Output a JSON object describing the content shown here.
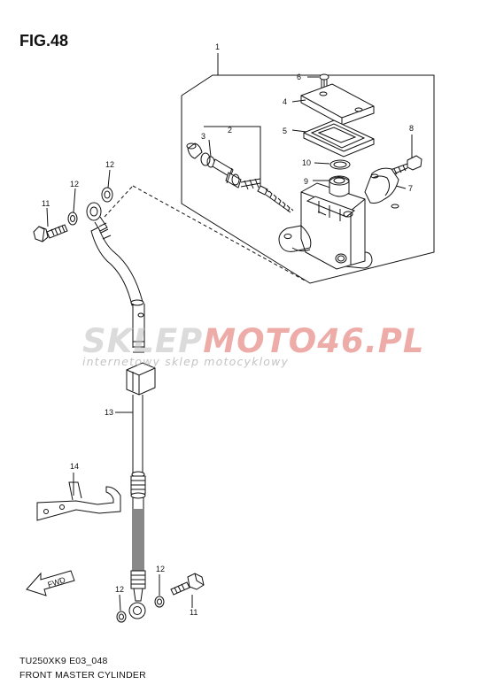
{
  "figure": {
    "title": "FIG.48",
    "model_code": "TU250XK9 E03_048",
    "name": "FRONT MASTER CYLINDER"
  },
  "watermark": {
    "brand_part1": "SKLEP",
    "brand_part2": "MOTO46.PL",
    "tagline": "internetowy sklep motocyklowy"
  },
  "fwd_arrow_text": "FWD",
  "callouts": [
    "1",
    "2",
    "3",
    "4",
    "5",
    "6",
    "7",
    "8",
    "9",
    "10",
    "11",
    "11",
    "12",
    "12",
    "12",
    "12",
    "13",
    "14"
  ]
}
